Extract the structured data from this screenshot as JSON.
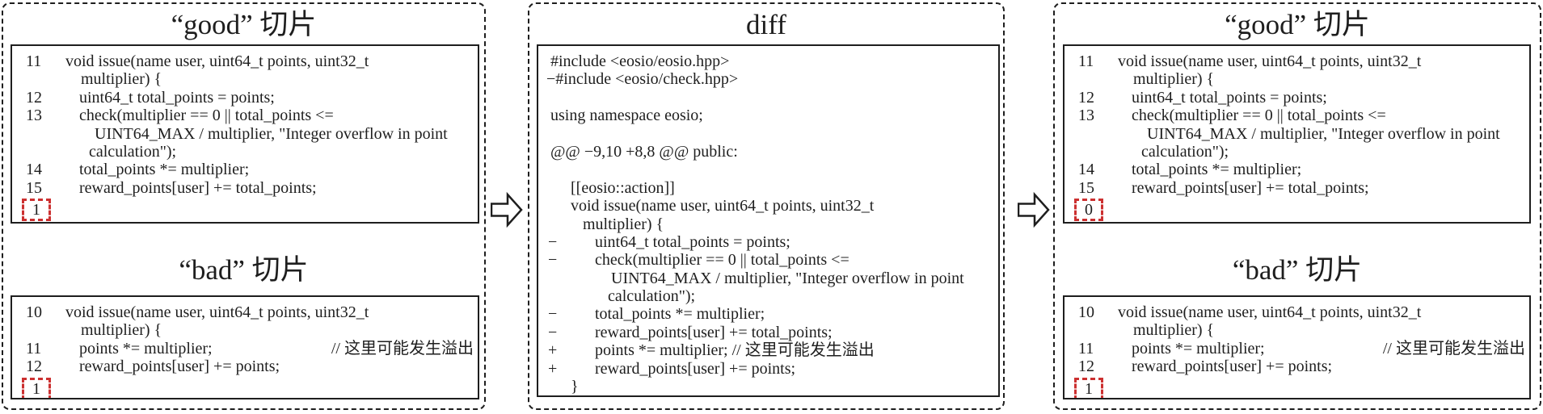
{
  "colors": {
    "ink": "#1e1e1e",
    "flag_red": "#cc3030",
    "background": "#ffffff"
  },
  "icons": {
    "flow_arrow": "hollow-right-block-arrow"
  },
  "left_panel": {
    "good": {
      "title": "“good” 切片",
      "flag": "1",
      "lines": [
        {
          "num": "11",
          "ind": 1,
          "text": "void issue(name user, uint64_t points, uint32_t"
        },
        {
          "num": "",
          "ind": 3,
          "text": "multiplier) {"
        },
        {
          "num": "12",
          "ind": 2,
          "text": "uint64_t total_points = points;"
        },
        {
          "num": "13",
          "ind": 2,
          "text": "check(multiplier == 0 || total_points <="
        },
        {
          "num": "",
          "ind": 4,
          "text": "UINT64_MAX / multiplier, \"Integer overflow in point"
        },
        {
          "num": "",
          "ind": 5,
          "text": "calculation\");"
        },
        {
          "num": "14",
          "ind": 2,
          "text": "total_points *= multiplier;"
        },
        {
          "num": "15",
          "ind": 2,
          "text": "reward_points[user] += total_points;"
        }
      ]
    },
    "bad": {
      "title": "“bad” 切片",
      "flag": "1",
      "lines": [
        {
          "num": "10",
          "ind": 1,
          "text": "void issue(name user, uint64_t points, uint32_t"
        },
        {
          "num": "",
          "ind": 3,
          "text": "multiplier) {"
        },
        {
          "num": "11",
          "ind": 2,
          "text": "points *= multiplier;",
          "comment": "// 这里可能发生溢出"
        },
        {
          "num": "12",
          "ind": 2,
          "text": "reward_points[user] += points;"
        }
      ]
    }
  },
  "diff_panel": {
    "title": "diff",
    "lines": [
      {
        "mark": "",
        "ind": 0,
        "text": "#include <eosio/eosio.hpp>"
      },
      {
        "mark": "",
        "ind": 1,
        "text": "−#include <eosio/check.hpp>"
      },
      {
        "mark": "",
        "ind": 0,
        "text": ""
      },
      {
        "mark": "",
        "ind": 0,
        "text": "using namespace eosio;"
      },
      {
        "mark": "",
        "ind": 0,
        "text": ""
      },
      {
        "mark": "",
        "ind": 0,
        "text": "@@ −9,10 +8,8 @@ public:"
      },
      {
        "mark": "",
        "ind": 0,
        "text": ""
      },
      {
        "mark": "",
        "ind": 2,
        "text": "[[eosio::action]]"
      },
      {
        "mark": "",
        "ind": 2,
        "text": "void issue(name user, uint64_t points, uint32_t"
      },
      {
        "mark": "",
        "ind": 3,
        "text": "multiplier) {"
      },
      {
        "mark": "−",
        "ind": 4,
        "text": "uint64_t total_points = points;"
      },
      {
        "mark": "−",
        "ind": 4,
        "text": "check(multiplier == 0 || total_points <="
      },
      {
        "mark": "",
        "ind": 5,
        "text": "UINT64_MAX / multiplier, \"Integer overflow in point"
      },
      {
        "mark": "",
        "ind": 6,
        "text": "calculation\");"
      },
      {
        "mark": "−",
        "ind": 4,
        "text": "total_points *= multiplier;"
      },
      {
        "mark": "−",
        "ind": 4,
        "text": "reward_points[user] += total_points;"
      },
      {
        "mark": "+",
        "ind": 4,
        "text": "points *= multiplier; // 这里可能发生溢出"
      },
      {
        "mark": "+",
        "ind": 4,
        "text": "reward_points[user] += points;"
      },
      {
        "mark": "",
        "ind": 2,
        "text": "}"
      }
    ]
  },
  "right_panel": {
    "good": {
      "title": "“good” 切片",
      "flag": "0",
      "lines": [
        {
          "num": "11",
          "ind": 1,
          "text": "void issue(name user, uint64_t points, uint32_t"
        },
        {
          "num": "",
          "ind": 3,
          "text": "multiplier) {"
        },
        {
          "num": "12",
          "ind": 2,
          "text": "uint64_t total_points = points;"
        },
        {
          "num": "13",
          "ind": 2,
          "text": "check(multiplier == 0 || total_points <="
        },
        {
          "num": "",
          "ind": 4,
          "text": "UINT64_MAX / multiplier, \"Integer overflow in point"
        },
        {
          "num": "",
          "ind": 5,
          "text": "calculation\");"
        },
        {
          "num": "14",
          "ind": 2,
          "text": "total_points *= multiplier;"
        },
        {
          "num": "15",
          "ind": 2,
          "text": "reward_points[user] += total_points;"
        }
      ]
    },
    "bad": {
      "title": "“bad” 切片",
      "flag": "1",
      "lines": [
        {
          "num": "10",
          "ind": 1,
          "text": "void issue(name user, uint64_t points, uint32_t"
        },
        {
          "num": "",
          "ind": 3,
          "text": "multiplier) {"
        },
        {
          "num": "11",
          "ind": 2,
          "text": "points *= multiplier;",
          "comment": "// 这里可能发生溢出"
        },
        {
          "num": "12",
          "ind": 2,
          "text": "reward_points[user] += points;"
        }
      ]
    }
  }
}
